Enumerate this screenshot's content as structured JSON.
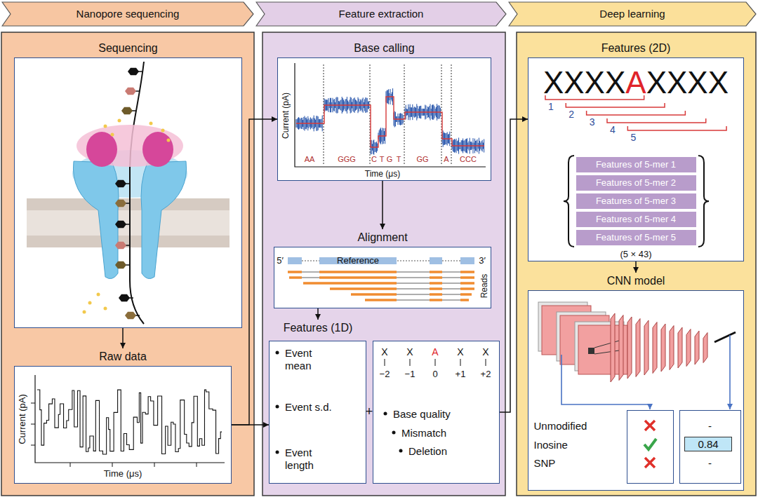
{
  "diagram": {
    "nodes": [
      {
        "text": [
          "Nanopore sequencing"
        ]
      },
      {
        "text": [
          "Feature extraction"
        ]
      },
      {
        "text": [
          "Deep learning"
        ]
      },
      {
        "text": [
          "Sequencing"
        ]
      },
      {
        "text": [
          "Raw data"
        ]
      },
      {
        "text": [
          "Base calling"
        ]
      },
      {
        "text": [
          "Alignment"
        ]
      },
      {
        "text": [
          "Features (1D)"
        ]
      },
      {
        "text": [
          "Event mean",
          "Event s.d.",
          "Event length"
        ]
      },
      {
        "text": [
          "Base quality",
          "Mismatch",
          "Deletion"
        ]
      },
      {
        "text": [
          "Features (2D)"
        ]
      },
      {
        "text": [
          "Features of 5-mer 1"
        ],
        "in": 10
      },
      {
        "text": [
          "Features of 5-mer 2"
        ],
        "in": 10
      },
      {
        "text": [
          "Features of 5-mer 3"
        ],
        "in": 10
      },
      {
        "text": [
          "Features of 5-mer 4"
        ],
        "in": 10
      },
      {
        "text": [
          "Features of 5-mer 5"
        ],
        "in": 10
      },
      {
        "text": [
          "CNN model"
        ]
      },
      {
        "text": [
          "Unmodified",
          "Inosine",
          "SNP"
        ],
        "in": 16
      },
      {
        "text": [
          "-",
          "-"
        ],
        "in": 16
      },
      {
        "text": [
          "0.84"
        ],
        "in": 18
      }
    ],
    "edges": [
      {
        "from": 3,
        "to": 4,
        "arrow": "to"
      },
      {
        "from": 4,
        "to": 5,
        "arrow": "to"
      },
      {
        "from": 4,
        "to": 8,
        "arrow": "to"
      },
      {
        "from": 5,
        "to": 6,
        "arrow": "to"
      },
      {
        "from": 6,
        "to": 7,
        "arrow": "to"
      },
      {
        "from": 9,
        "to": 10,
        "arrow": "to"
      },
      {
        "from": 10,
        "to": 16,
        "arrow": "to"
      }
    ],
    "labels": [
      "Current (pA)",
      "Time (μs)",
      "Current (pA)",
      "Time (μs)",
      "AA",
      "GGG",
      "C",
      "T",
      "G",
      "T",
      "GG",
      "A",
      "CCC",
      "5′",
      "Reference",
      "3′",
      "Reads",
      "+",
      "X",
      "X",
      "A",
      "X",
      "X",
      "−2",
      "−1",
      "0",
      "+1",
      "+2",
      "XXXX",
      "A",
      "XXXX",
      "1",
      "2",
      "3",
      "4",
      "5",
      "(5 × 43)"
    ]
  }
}
